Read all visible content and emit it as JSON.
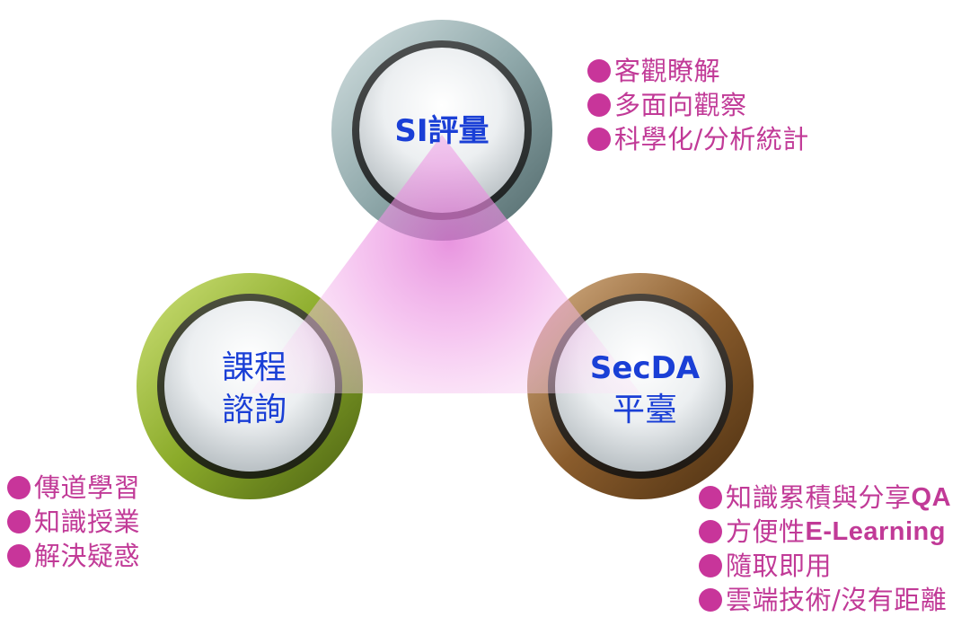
{
  "colors": {
    "label": "#1a3fd6",
    "bullet": "#c8359a",
    "bullet_text": "#c13a97",
    "ring_top": "#8fa8aa",
    "ring_left": "#7a9a22",
    "ring_right": "#6e4a22",
    "center_glow": "#e080d8"
  },
  "nodes": {
    "top": {
      "line1": "SI評量",
      "line2": ""
    },
    "left": {
      "line1": "課程",
      "line2": "諮詢"
    },
    "right": {
      "line1": "SecDA",
      "line2": "平臺"
    }
  },
  "lists": {
    "top": [
      {
        "text": "客觀瞭解"
      },
      {
        "text": "多面向觀察"
      },
      {
        "text": "科學化/分析統計"
      }
    ],
    "left": [
      {
        "text": "傳道學習"
      },
      {
        "text": "知識授業"
      },
      {
        "text": "解決疑惑"
      }
    ],
    "right": [
      {
        "text": "知識累積與分享",
        "bold": "QA"
      },
      {
        "text": "方便性",
        "bold": "E-Learning"
      },
      {
        "text": "隨取即用"
      },
      {
        "text": "雲端技術/沒有距離"
      }
    ]
  }
}
